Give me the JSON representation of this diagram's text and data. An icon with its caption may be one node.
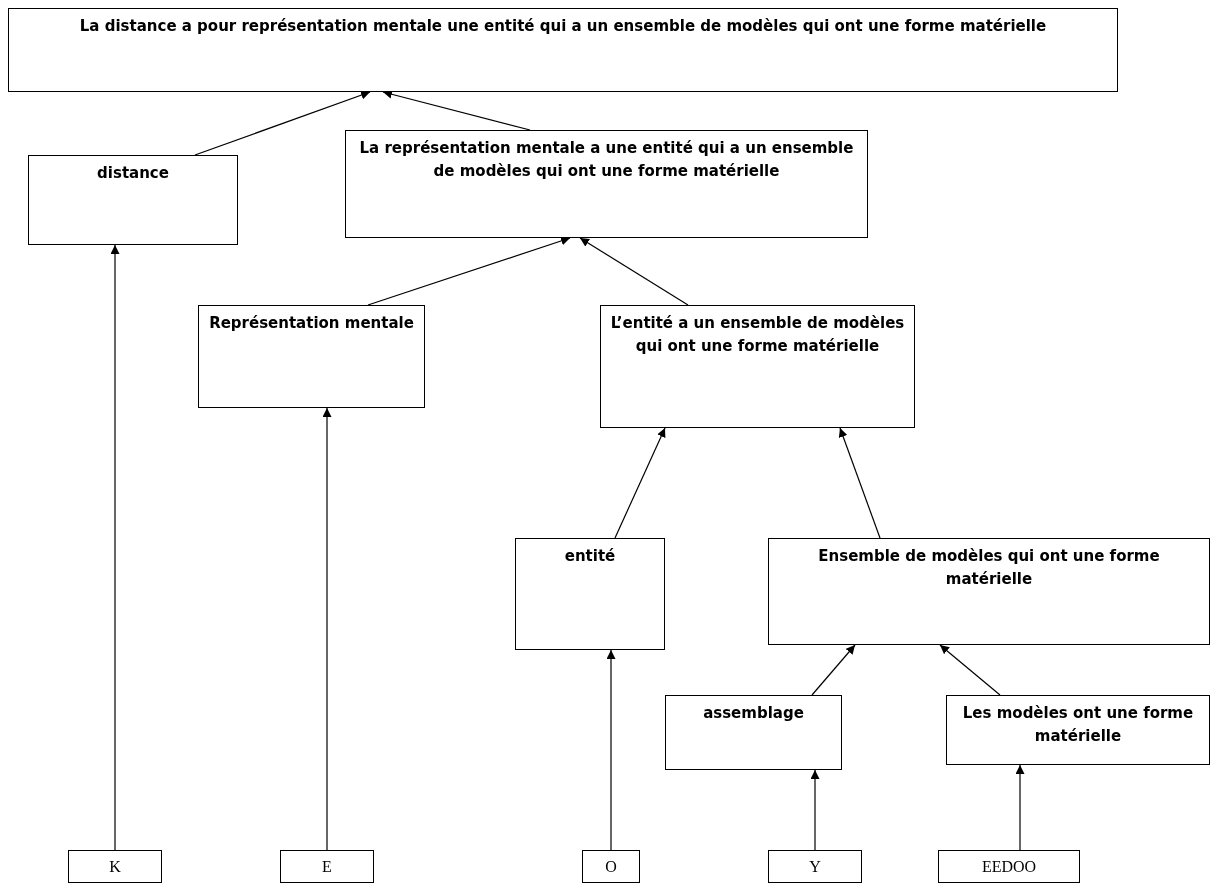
{
  "diagram": {
    "nodes": [
      {
        "text": [
          "La distance a pour représentation mentale une entité qui a un ensemble de modèles qui ont une forme matérielle"
        ]
      },
      {
        "text": [
          "distance"
        ]
      },
      {
        "text": [
          "La représentation mentale a une entité qui a un ensemble de modèles qui ont une forme matérielle"
        ]
      },
      {
        "text": [
          "Représentation mentale"
        ]
      },
      {
        "text": [
          "L’entité a un ensemble de modèles qui ont une forme matérielle"
        ]
      },
      {
        "text": [
          "entité"
        ]
      },
      {
        "text": [
          "Ensemble de modèles qui ont une forme matérielle"
        ]
      },
      {
        "text": [
          "assemblage"
        ]
      },
      {
        "text": [
          "Les modèles ont une forme matérielle"
        ]
      },
      {
        "text": [
          "K"
        ]
      },
      {
        "text": [
          "E"
        ]
      },
      {
        "text": [
          "O"
        ]
      },
      {
        "text": [
          "Y"
        ]
      },
      {
        "text": [
          "EEDOO"
        ]
      }
    ],
    "edges": [
      {
        "from": 9,
        "to": 1,
        "arrow": "to"
      },
      {
        "from": 10,
        "to": 3,
        "arrow": "to"
      },
      {
        "from": 11,
        "to": 5,
        "arrow": "to"
      },
      {
        "from": 12,
        "to": 7,
        "arrow": "to"
      },
      {
        "from": 13,
        "to": 8,
        "arrow": "to"
      },
      {
        "from": 1,
        "to": 0,
        "arrow": "to"
      },
      {
        "from": 2,
        "to": 0,
        "arrow": "to"
      },
      {
        "from": 3,
        "to": 2,
        "arrow": "to"
      },
      {
        "from": 4,
        "to": 2,
        "arrow": "to"
      },
      {
        "from": 5,
        "to": 4,
        "arrow": "to"
      },
      {
        "from": 6,
        "to": 4,
        "arrow": "to"
      },
      {
        "from": 7,
        "to": 6,
        "arrow": "to"
      },
      {
        "from": 8,
        "to": 6,
        "arrow": "to"
      }
    ]
  }
}
